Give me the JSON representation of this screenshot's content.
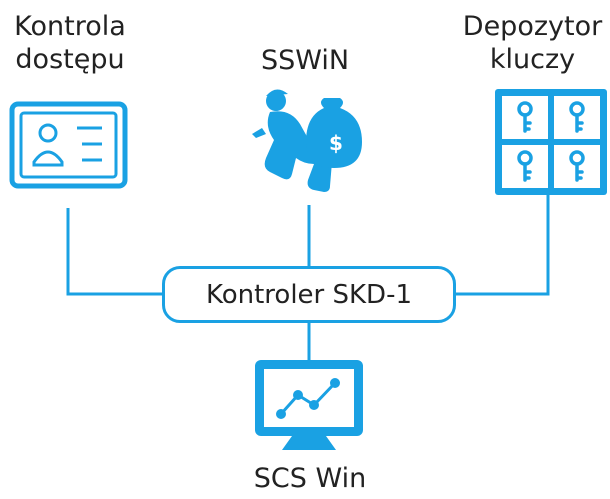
{
  "nodes": {
    "access_control": {
      "line1": "Kontrola",
      "line2": "dostępu",
      "icon": "id-card-icon"
    },
    "sswin": {
      "label": "SSWiN",
      "icon": "burglar-with-money-bag-icon"
    },
    "key_depository": {
      "line1": "Depozytor",
      "line2": "kluczy",
      "icon": "key-cabinet-icon"
    },
    "controller": {
      "label": "Kontroler SKD-1"
    },
    "scs_win": {
      "label": "SCS Win",
      "icon": "monitor-chart-icon"
    }
  },
  "colors": {
    "accent": "#1aa1e3",
    "text": "#222222",
    "background": "#ffffff"
  }
}
